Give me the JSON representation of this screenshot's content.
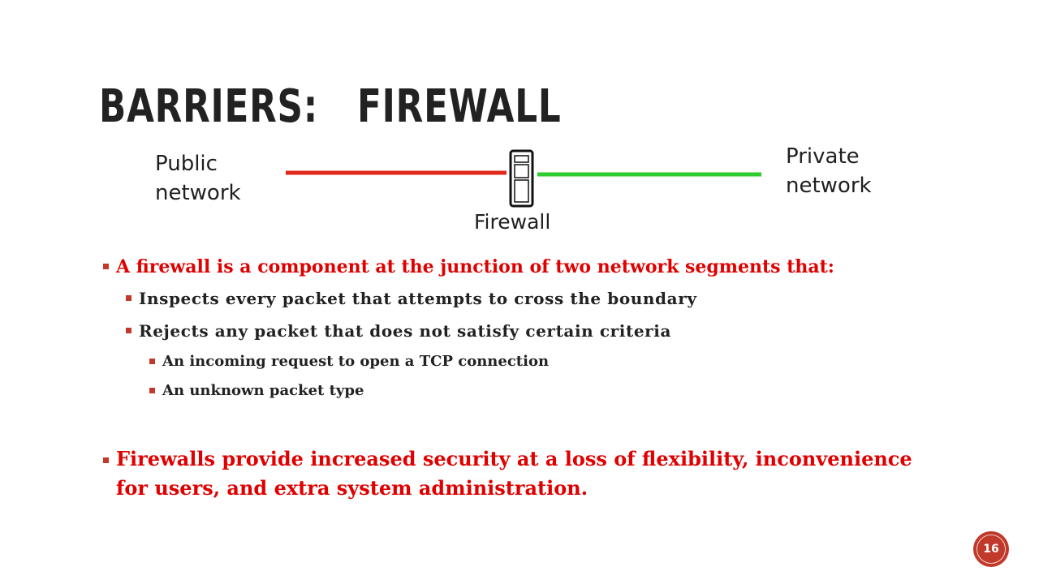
{
  "slide": {
    "title": "BARRIERS:   FIREWALL",
    "page_number": "16",
    "accent_color": "#c0392b",
    "text_red": "#e00000"
  },
  "diagram": {
    "public_label": "Public network",
    "private_label": "Private network",
    "firewall_label": "Firewall",
    "public_link_color": "#e0281a",
    "private_link_color": "#2ecc2e"
  },
  "bullets": {
    "b1": "A firewall is a component at the junction of two network segments that:",
    "b1_1": "Inspects every packet that attempts to cross the boundary",
    "b1_2": "Rejects any packet that does not satisfy certain criteria",
    "b1_2_1": "An incoming request to open a TCP connection",
    "b1_2_2": "An unknown packet type",
    "b2": "Firewalls provide increased security at a loss of flexibility, inconvenience for users, and extra system administration."
  }
}
